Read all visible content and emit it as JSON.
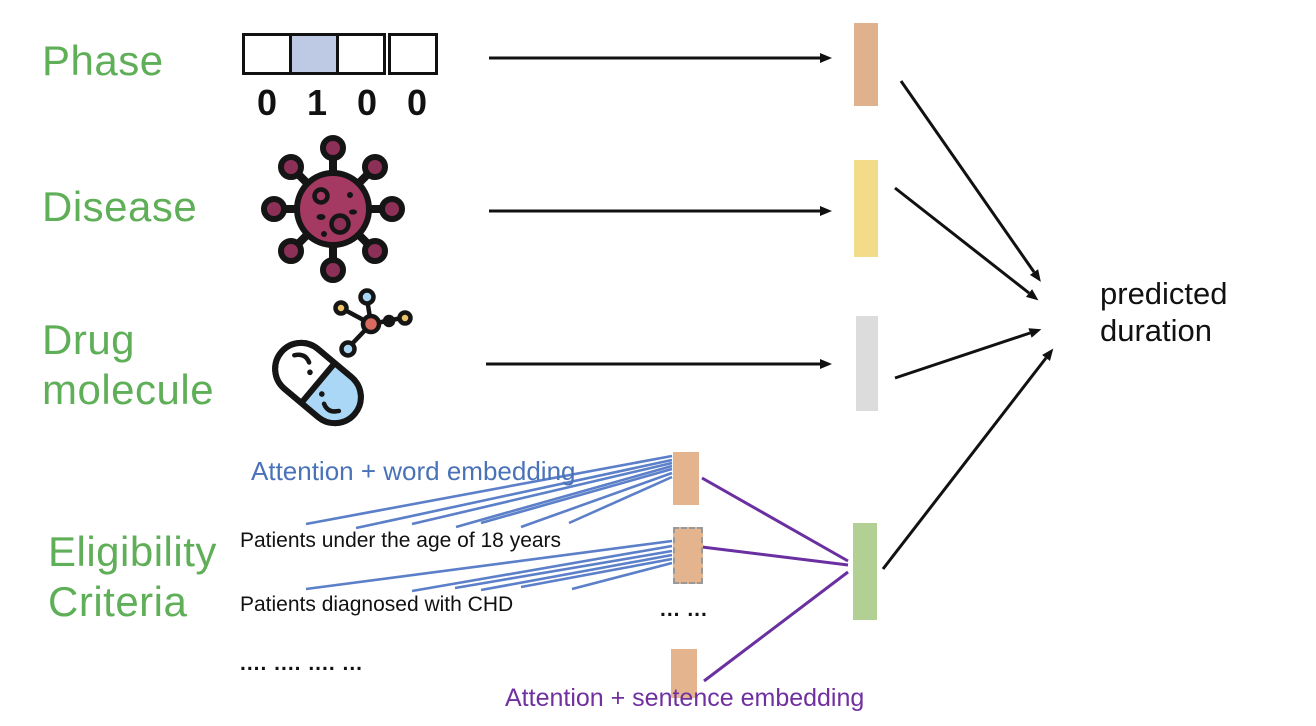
{
  "colors": {
    "label-green": "#5fae58",
    "attention-word-blue": "#4a72b8",
    "attention-sentence-purple": "#7030a0",
    "line-blue": "#5b7fc8",
    "line-purple": "#6a2fa0",
    "phase-bar": "#e0b18d",
    "disease-bar": "#f2dc8a",
    "drug-bar": "#dcdcdc",
    "criteria-bar": "#b2cf94",
    "sentence-bar": "#e4b48e",
    "onehot-highlight": "#bec9e4",
    "virus-body": "#a43a62",
    "virus-knob": "#8d3058",
    "pill-blue": "#a9d7f5",
    "molecule-red": "#d96a5f",
    "molecule-orange": "#eec36a"
  },
  "inputs": {
    "phase": {
      "label": "Phase"
    },
    "disease": {
      "label": "Disease"
    },
    "drug": {
      "label": "Drug molecule"
    },
    "eligibility": {
      "label": "Eligibility Criteria"
    }
  },
  "one_hot": {
    "digits": [
      "0",
      "1",
      "0",
      "0"
    ],
    "highlighted_index": 1
  },
  "icons": {
    "disease": "virus-icon",
    "drug": "pill-molecule-icon"
  },
  "eligibility": {
    "attention_word_label": "Attention + word embedding",
    "sentences": [
      "Patients under the age of 18 years",
      "Patients diagnosed with CHD"
    ],
    "more_sentences": ".... .... .... ...",
    "more_bars": "... ...",
    "attention_sentence_label": "Attention + sentence embedding"
  },
  "output": {
    "label": "predicted duration"
  }
}
